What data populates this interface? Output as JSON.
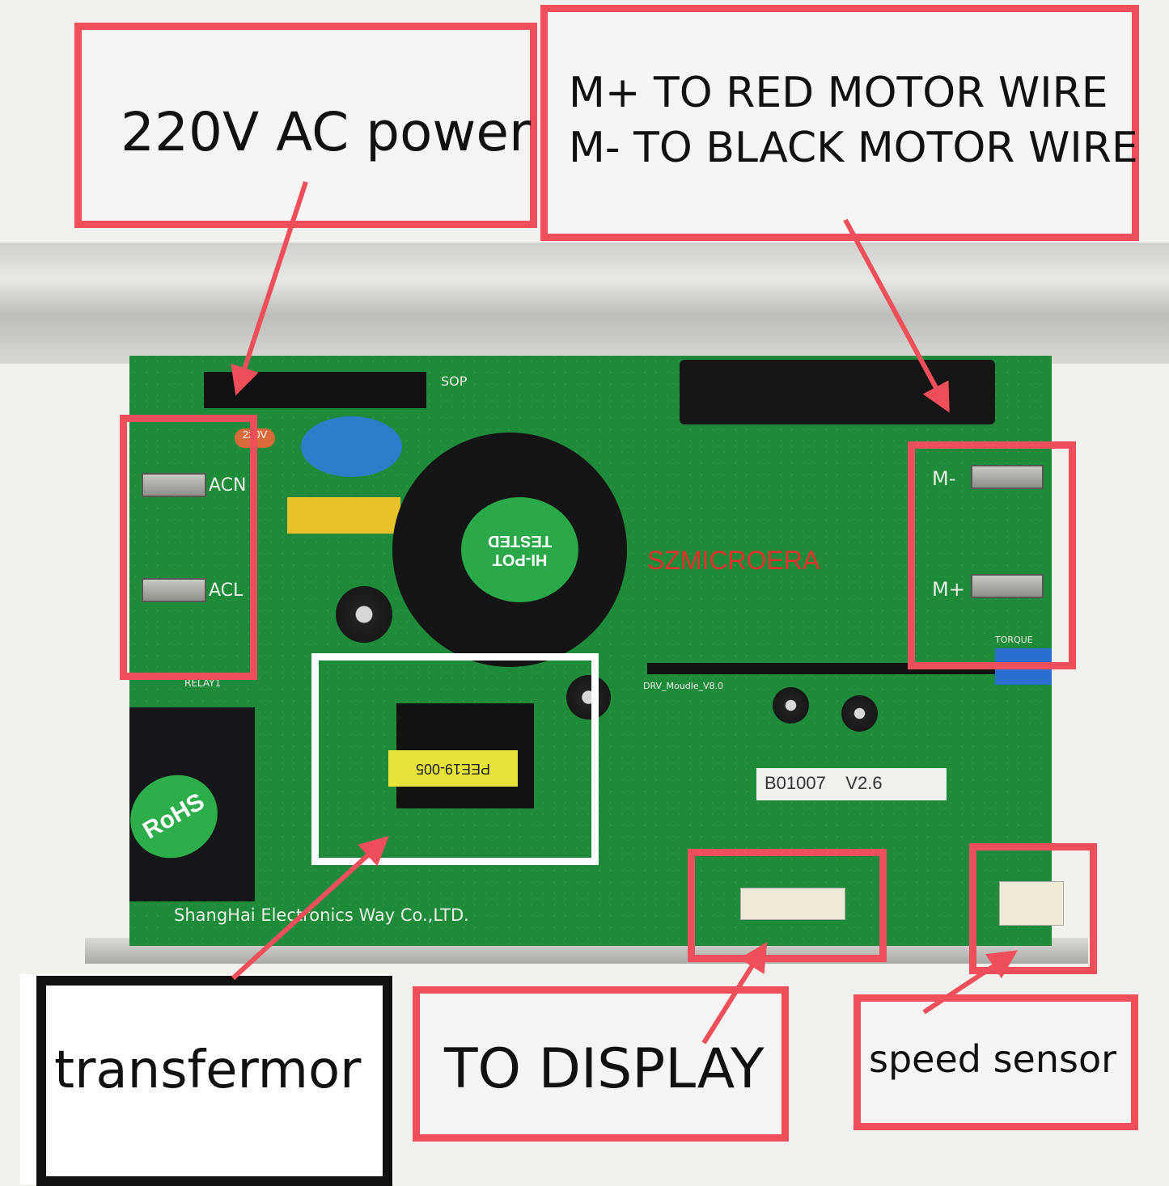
{
  "callouts": {
    "ac_power": "220V AC power",
    "motor_line1": "M+ TO RED MOTOR WIRE",
    "motor_line2": "M- TO BLACK MOTOR WIRE",
    "transformer": "transfermor",
    "display": "TO DISPLAY",
    "speed_sensor": "speed sensor"
  },
  "watermark": "SZMICROERA",
  "board": {
    "acn": "ACN",
    "acl": "ACL",
    "m_minus": "M-",
    "m_plus": "M+",
    "hipot": "HI-POT TESTED",
    "version": "B01007    V2.6",
    "maker": "ShangHai Electronics Way Co.,LTD.",
    "rohs": "RoHS",
    "transformer_part": "PEE19-005",
    "drv": "DRV_Moudle_V8.0",
    "torque": "TORQUE",
    "sop": "SOP",
    "relay": "RELAY1",
    "fuse_label": "220V"
  },
  "colors": {
    "callout_red": "#ef4f5a",
    "pcb_green": "#1f8a3a"
  }
}
